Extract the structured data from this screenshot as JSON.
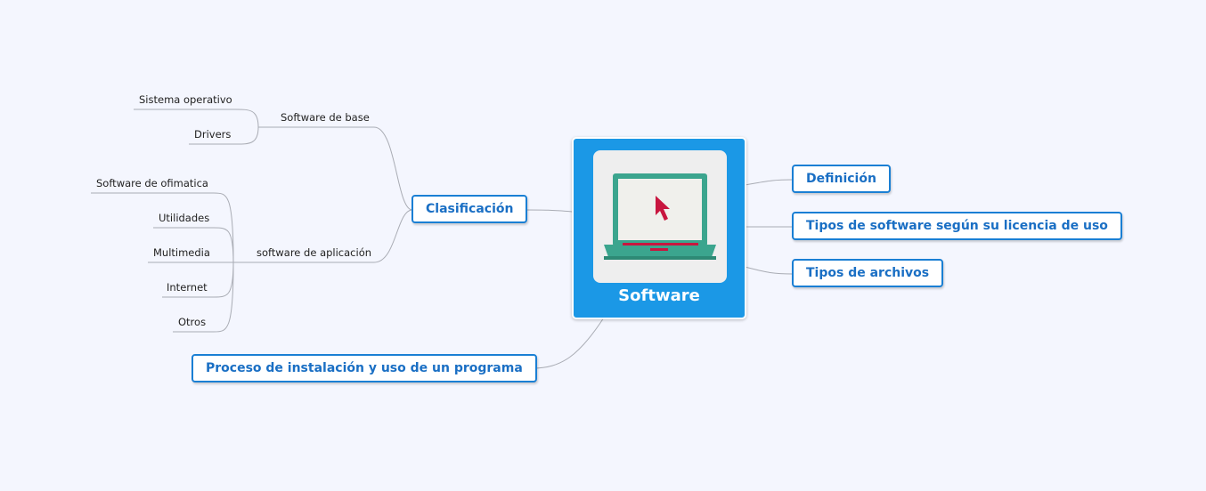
{
  "central_topic": {
    "title": "Software",
    "icon": "laptop-icon"
  },
  "main_topics": [
    {
      "id": "definicion",
      "label": "Definición"
    },
    {
      "id": "tipos-licencia",
      "label": "Tipos de software según su licencia de uso"
    },
    {
      "id": "tipos-archivos",
      "label": "Tipos de archivos"
    },
    {
      "id": "clasificacion",
      "label": "Clasificación"
    },
    {
      "id": "proceso",
      "label": "Proceso de instalación y uso de un programa"
    }
  ],
  "clasificacion": {
    "software_de_base": {
      "label": "Software de base",
      "children": [
        "Sistema operativo",
        "Drivers"
      ]
    },
    "software_de_aplicacion": {
      "label": "software de aplicación",
      "children": [
        "Software de ofimatica",
        "Utilidades",
        "Multimedia",
        "Internet",
        "Otros"
      ]
    }
  },
  "colors": {
    "background": "#f4f6fe",
    "central_fill": "#1b98e6",
    "topic_border": "#1a7fd4",
    "topic_text": "#1a6fc4",
    "connector": "#a9acb4"
  }
}
